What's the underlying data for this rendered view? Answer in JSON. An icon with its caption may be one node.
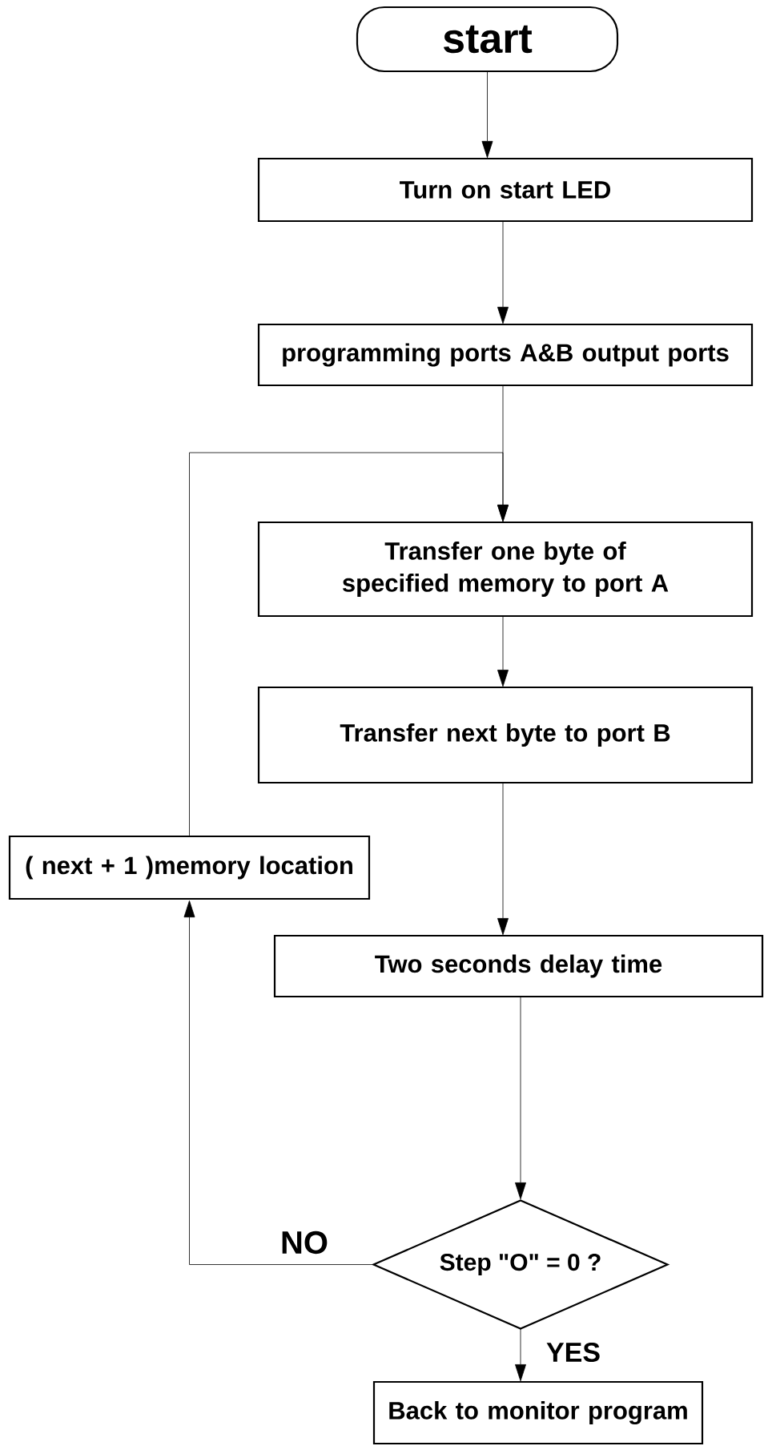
{
  "diagram": {
    "nodes": [
      {
        "text": [
          "start"
        ]
      },
      {
        "text": [
          "Turn on start LED"
        ]
      },
      {
        "text": [
          "programming ports A&B output ports"
        ]
      },
      {
        "text": [
          "Transfer one byte of specified memory to port A"
        ]
      },
      {
        "text": [
          "Transfer next byte to port B"
        ]
      },
      {
        "text": [
          "( next + 1 )memory location"
        ]
      },
      {
        "text": [
          "Two seconds delay time"
        ]
      },
      {
        "text": [
          "Step \"O\" = 0 ?"
        ]
      },
      {
        "text": [
          "Back to monitor program"
        ]
      }
    ],
    "edges": [
      {
        "from": 0,
        "to": 1,
        "arrow": "to"
      },
      {
        "from": 1,
        "to": 2,
        "arrow": "to"
      },
      {
        "from": 2,
        "to": 3,
        "arrow": "to"
      },
      {
        "from": 3,
        "to": 4,
        "arrow": "to"
      },
      {
        "from": 4,
        "to": 6,
        "arrow": "to"
      },
      {
        "from": 6,
        "to": 7,
        "arrow": "to"
      },
      {
        "from": 7,
        "to": 8,
        "arrow": "to",
        "label": "YES"
      },
      {
        "from": 7,
        "to": 5,
        "arrow": "to",
        "label": "NO"
      },
      {
        "from": 5,
        "to": 3,
        "arrow": "to"
      }
    ]
  }
}
